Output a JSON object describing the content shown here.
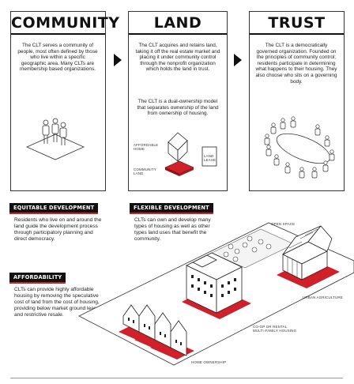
{
  "community": {
    "title": "COMMUNITY",
    "text": "The CLT serves a community of people, most often defined by those who live within a specific geographic area. Many CLTs are membership based organizations."
  },
  "land": {
    "title": "LAND",
    "text1": "The CLT acquires and retains land, taking it off the real estate market and placing it under community control through the nonprofit organization which holds the land in trust.",
    "text2": "The CLT is a dual-ownership model that separates ownership of the land from ownership of housing.",
    "labels": {
      "affordable_home": "AFFORDABLE HOME",
      "land_lease": "LAND LEASE",
      "community_land": "COMMUNITY LAND"
    }
  },
  "trust": {
    "title": "TRUST",
    "text": "The CLT is a democratically governed organization. Founded on the principles of community control; residents participate in determining what happens to their housing. They also choose who sits on a governing body."
  },
  "equitable": {
    "tag": "EQUITABLE DEVELOPMENT",
    "text": "Residents who live on and around the land guide the development process through participatory planning and direct democracy."
  },
  "affordability": {
    "tag": "AFFORDABILITY",
    "text": "CLTs can provide highly affordable housing by removing the speculative cost of land from the cost of housing, providing below market ground leases and restrictive resale."
  },
  "flexible": {
    "tag": "FLEXIBLE DEVELOPMENT",
    "text": "CLTs can own and develop many types of housing as well as other types land uses that benefit the community."
  },
  "site_labels": {
    "open_space": "OPEN SPACE",
    "urban_agriculture": "URBAN AGRICULTURE",
    "coop_rental": "CO-OP OR RENTAL MULTI-FAMILY HOUSING",
    "home_ownership": "HOME OWNERSHIP"
  },
  "colors": {
    "accent_red": "#d0202a",
    "ink": "#111111"
  }
}
